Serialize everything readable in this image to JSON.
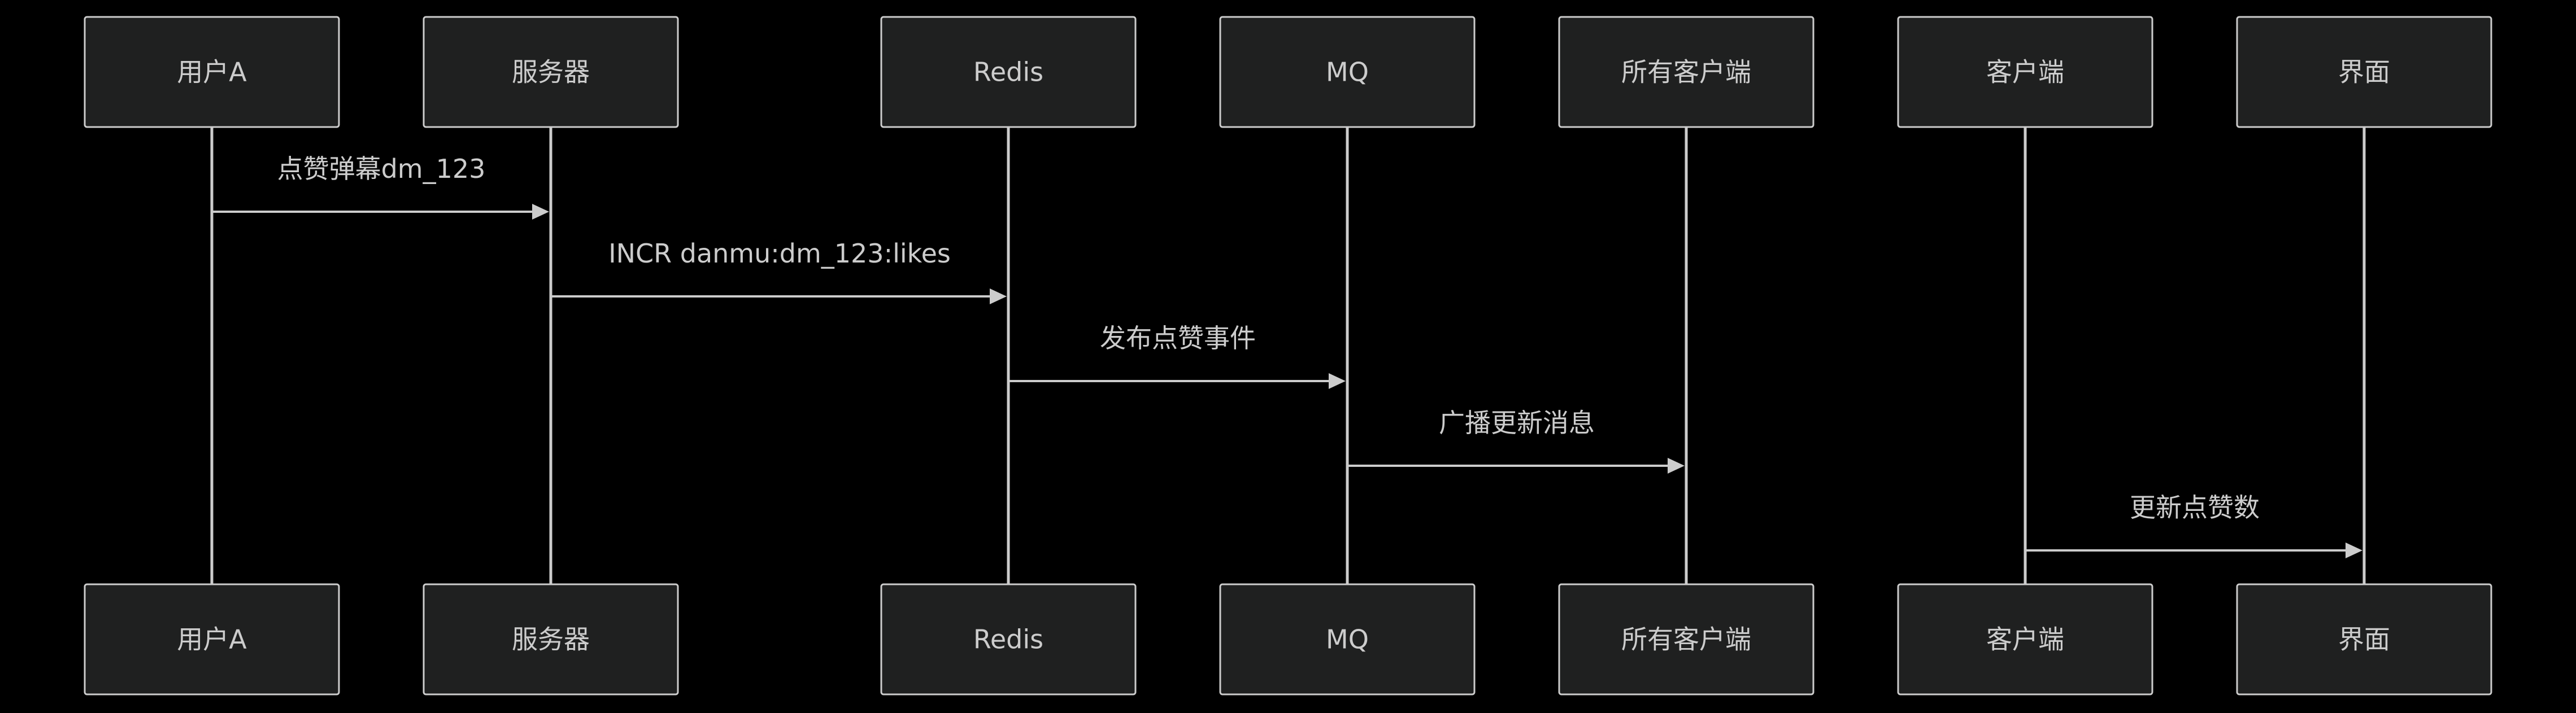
{
  "colors": {
    "background": "#000000",
    "box_fill": "#1f2020",
    "stroke": "#cccccc",
    "text": "#cccccc"
  },
  "participants": [
    {
      "id": "userA",
      "label": "用户A"
    },
    {
      "id": "server",
      "label": "服务器"
    },
    {
      "id": "redis",
      "label": "Redis"
    },
    {
      "id": "mq",
      "label": "MQ"
    },
    {
      "id": "allClients",
      "label": "所有客户端"
    },
    {
      "id": "client",
      "label": "客户端"
    },
    {
      "id": "ui",
      "label": "界面"
    }
  ],
  "messages": [
    {
      "from": "userA",
      "to": "server",
      "label": "点赞弹幕dm_123"
    },
    {
      "from": "server",
      "to": "redis",
      "label": "INCR danmu:dm_123:likes"
    },
    {
      "from": "redis",
      "to": "mq",
      "label": "发布点赞事件"
    },
    {
      "from": "mq",
      "to": "allClients",
      "label": "广播更新消息"
    },
    {
      "from": "client",
      "to": "ui",
      "label": "更新点赞数"
    }
  ]
}
